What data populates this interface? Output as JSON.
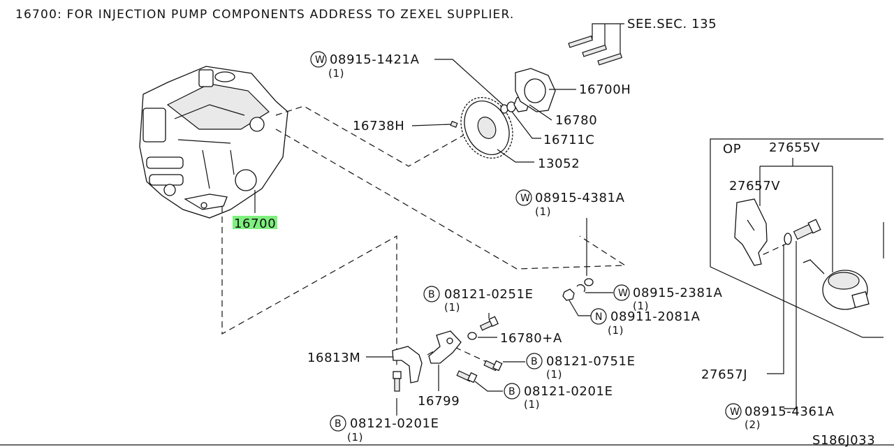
{
  "header": {
    "note": "16700: FOR INJECTION PUMP COMPONENTS ADDRESS TO ZEXEL SUPPLIER.",
    "see_sec": "SEE.SEC. 135"
  },
  "footer": {
    "code": "S186J033"
  },
  "option_box": {
    "label": "OP"
  },
  "labels": {
    "pump": "16700",
    "washer_top": {
      "prefix": "W",
      "part": "08915-1421A",
      "qty": "(1)"
    },
    "plate": "16700H",
    "nut_top": "16780",
    "washer_gear": "16711C",
    "key": "16738H",
    "gear": "13052",
    "opt_assembly": "27655V",
    "lever": "27657V",
    "washer_mid": {
      "prefix": "W",
      "part": "08915-4381A",
      "qty": "(1)"
    },
    "washer_right": {
      "prefix": "W",
      "part": "08915-2381A",
      "qty": "(1)"
    },
    "nut_right": {
      "prefix": "N",
      "part": "08911-2081A",
      "qty": "(1)"
    },
    "bolt_a": {
      "prefix": "B",
      "part": "08121-0251E",
      "qty": "(1)"
    },
    "nut_bracket": "16780+A",
    "bracket_m": "16813M",
    "bolt_b": {
      "prefix": "B",
      "part": "08121-0751E",
      "qty": "(1)"
    },
    "bolt_c": {
      "prefix": "B",
      "part": "08121-0201E",
      "qty": "(1)"
    },
    "bracket": "16799",
    "bolt_d": {
      "prefix": "B",
      "part": "08121-0201E",
      "qty": "(1)"
    },
    "pin": "27657J",
    "washer_opt": {
      "prefix": "W",
      "part": "08915-4361A",
      "qty": "(2)"
    }
  },
  "colors": {
    "highlight": "#7ef07e",
    "ink": "#111111"
  }
}
